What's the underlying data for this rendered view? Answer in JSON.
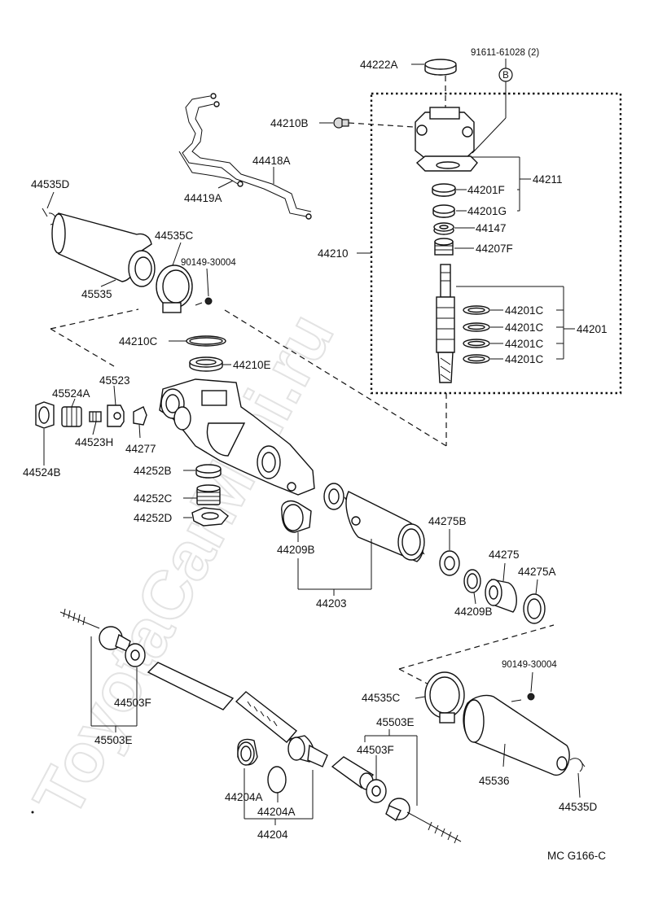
{
  "diagram_code": "MC G166-C",
  "watermark": "ToyotaCarMini.ru",
  "callout_badge": "B",
  "labels": {
    "l44222A": "44222A",
    "l91611": "91611-61028 (2)",
    "l44210B": "44210B",
    "l44418A": "44418A",
    "l44419A": "44419A",
    "l44535D_top": "44535D",
    "l44535C_top": "44535C",
    "l90149_top": "90149-30004",
    "l45535": "45535",
    "l44211": "44211",
    "l44201F": "44201F",
    "l44201G": "44201G",
    "l44147": "44147",
    "l44207F": "44207F",
    "l44210": "44210",
    "l44201C_1": "44201C",
    "l44201C_2": "44201C",
    "l44201C_3": "44201C",
    "l44201C_4": "44201C",
    "l44201": "44201",
    "l44210C": "44210C",
    "l44210E": "44210E",
    "l45523": "45523",
    "l45524A": "45524A",
    "l44523H": "44523H",
    "l44277": "44277",
    "l44524B": "44524B",
    "l44252B": "44252B",
    "l44252C": "44252C",
    "l44252D": "44252D",
    "l44209B_1": "44209B",
    "l44275B": "44275B",
    "l44275": "44275",
    "l44275A": "44275A",
    "l44209B_2": "44209B",
    "l44203": "44203",
    "l44503F_left": "44503F",
    "l45503E_left": "45503E",
    "l90149_bot": "90149-30004",
    "l44535C_bot": "44535C",
    "l45503E_right": "45503E",
    "l44503F_right": "44503F",
    "l45536": "45536",
    "l44535D_bot": "44535D",
    "l44204A_1": "44204A",
    "l44204A_2": "44204A",
    "l44204": "44204"
  }
}
